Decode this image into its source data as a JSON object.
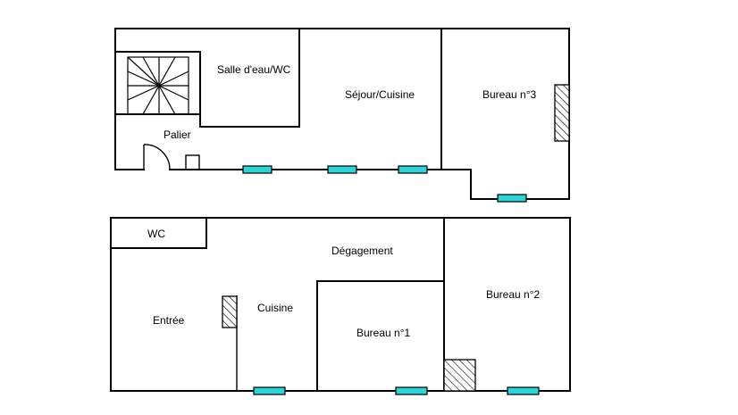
{
  "floor_upper": {
    "rooms": {
      "salle_eau": "Salle d'eau/WC",
      "sejour": "Séjour/Cuisine",
      "bureau3": "Bureau n°3",
      "palier": "Palier"
    }
  },
  "floor_lower": {
    "rooms": {
      "wc": "WC",
      "degagement": "Dégagement",
      "bureau2": "Bureau n°2",
      "cuisine": "Cuisine",
      "entree": "Entrée",
      "bureau1": "Bureau n°1"
    }
  },
  "colors": {
    "window": "#2fd3d8",
    "wall": "#000000"
  }
}
